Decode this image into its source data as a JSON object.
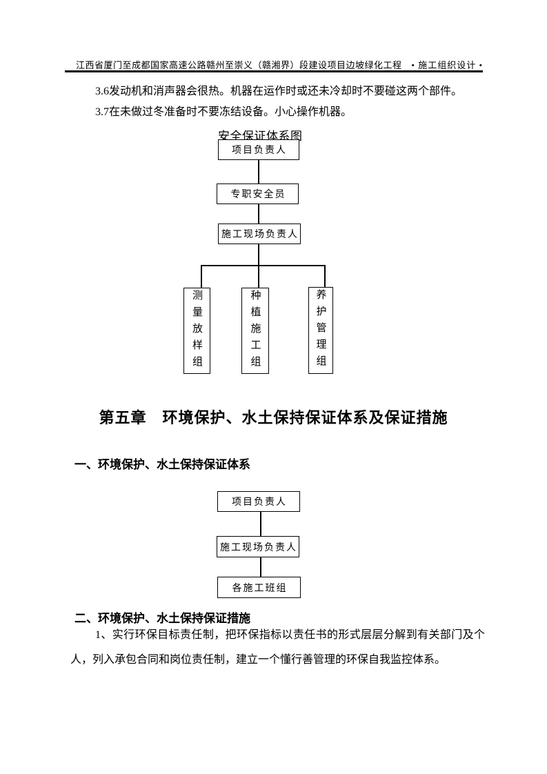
{
  "header": {
    "project": "江西省厦门至成都国家高速公路赣州至崇义（赣湘界）段建设项目边坡绿化工程",
    "doc_type": "• 施工组织设计 •"
  },
  "body": {
    "item_3_6": "3.6发动机和消声器会很热。机器在运作时或还未冷却时不要碰这两个部件。",
    "item_3_7": "3.7在未做过冬准备时不要冻结设备。小心操作机器。",
    "chapter_title": "第五章　环境保护、水土保持保证体系及保证措施",
    "section_1_title": "一、环境保护、水土保持保证体系",
    "section_2_title": "二、环境保护、水土保持保证措施",
    "measure_1": "1、实行环保目标责任制，把环保指标以责任书的形式层层分解到有关部门及个人，列入承包合同和岗位责任制，建立一个懂行善管理的环保自我监控体系。"
  },
  "safety_chart": {
    "title": "安全保证体系图",
    "nodes": {
      "level1": "项目负责人",
      "level2": "专职安全员",
      "level3": "施工现场负责人",
      "leaf1": "测量放样组",
      "leaf2": "种植施工组",
      "leaf3": "养护管理组"
    }
  },
  "env_chart": {
    "nodes": {
      "level1": "项目负责人",
      "level2": "施工现场负责人",
      "level3": "各施工班组"
    }
  },
  "colors": {
    "text": "#000000",
    "background": "#ffffff",
    "line": "#000000"
  }
}
